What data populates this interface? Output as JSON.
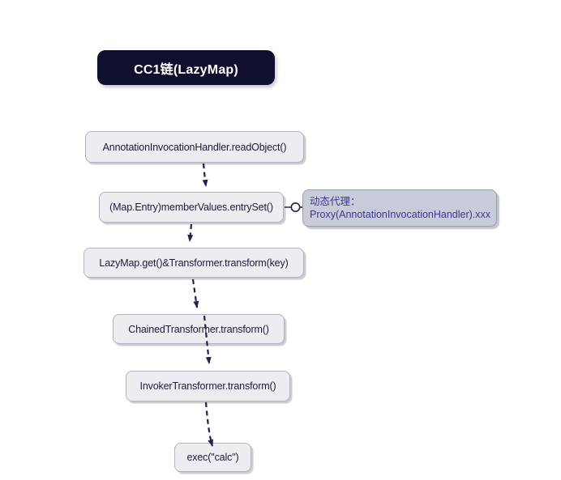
{
  "diagram": {
    "title": {
      "label": "CC1链(LazyMap)"
    },
    "nodes": [
      {
        "id": "readObject",
        "label": "AnnotationInvocationHandler.readObject()"
      },
      {
        "id": "entrySet",
        "label": "(Map.Entry)memberValues.entrySet()"
      },
      {
        "id": "lazyMapGet",
        "label": "LazyMap.get()&Transformer.transform(key)"
      },
      {
        "id": "chainedTransformer",
        "label": "ChainedTransformer.transform()"
      },
      {
        "id": "invokerTransformer",
        "label": "InvokerTransformer.transform()"
      },
      {
        "id": "execCalc",
        "label": "exec(\"calc\")"
      }
    ],
    "annotation": {
      "id": "proxyNote",
      "line1": "动态代理：",
      "line2": "Proxy(AnnotationInvocationHandler).xxx"
    },
    "edges": [
      {
        "from": "readObject",
        "to": "entrySet",
        "style": "dashed-arrow"
      },
      {
        "from": "entrySet",
        "to": "lazyMapGet",
        "style": "dashed-arrow"
      },
      {
        "from": "lazyMapGet",
        "to": "chainedTransformer",
        "style": "dashed-arrow"
      },
      {
        "from": "chainedTransformer",
        "to": "invokerTransformer",
        "style": "dashed-arrow"
      },
      {
        "from": "invokerTransformer",
        "to": "execCalc",
        "style": "dashed-arrow"
      },
      {
        "from": "entrySet",
        "to": "proxyNote",
        "style": "line-with-minus-circle"
      }
    ],
    "colors": {
      "canvas_bg": "#ffffff",
      "title_bg": "#10102e",
      "title_text": "#ffffff",
      "node_fill": "#ededf1",
      "node_border": "#b3b3bd",
      "node_text": "#1c1c3a",
      "arrow": "#22224a",
      "annotation_fill": "#cacbd9",
      "annotation_border": "#9b9baa",
      "annotation_text": "#39398e"
    }
  }
}
